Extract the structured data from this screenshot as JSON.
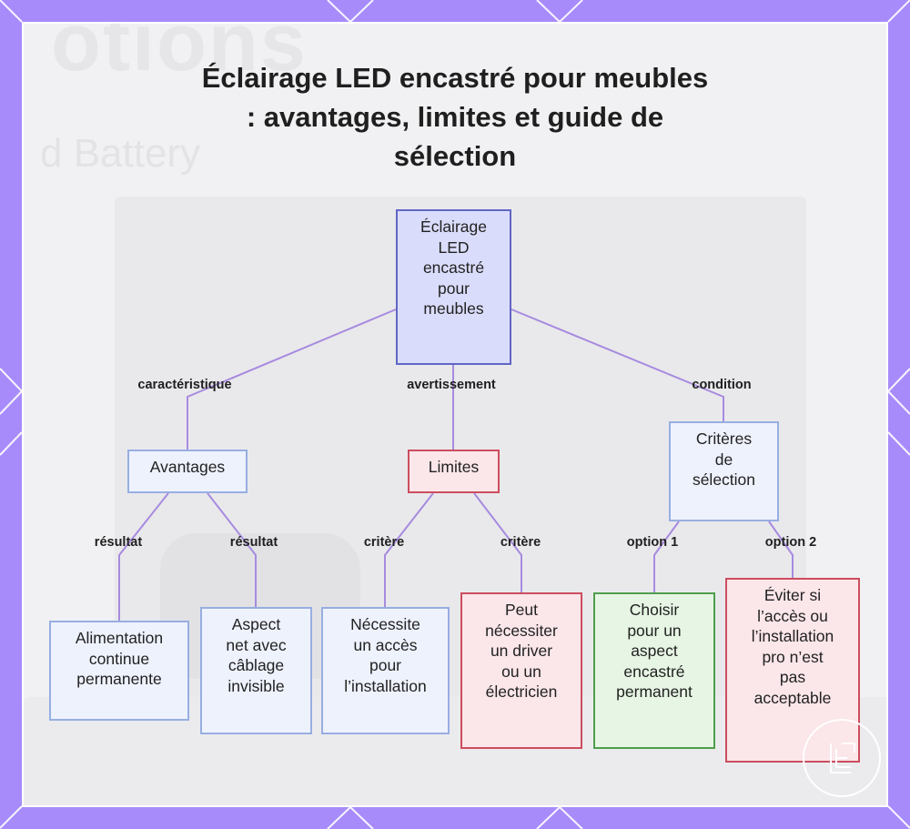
{
  "colors": {
    "frame": "#a78bfa",
    "edge": "#a78bdf",
    "root_fill": "#dadcfb",
    "root_border": "#6166c4",
    "blue_fill": "#eef2fd",
    "blue_border": "#98aee2",
    "red_fill": "#fbe6ea",
    "red_border": "#cc4d5e",
    "green_fill": "#e7f6e4",
    "green_border": "#4f9e4d"
  },
  "background_text": {
    "word": "otions",
    "word2": "d Battery"
  },
  "diagram": {
    "title_lines": [
      "Éclairage LED encastré pour meubles",
      ": avantages, limites et guide de",
      "sélection"
    ],
    "nodes": [
      {
        "id": "root",
        "style": "root",
        "lines": [
          "Éclairage",
          "LED",
          "encastré",
          "pour",
          "meubles"
        ]
      },
      {
        "id": "avantages",
        "style": "blue",
        "lines": [
          "Avantages"
        ]
      },
      {
        "id": "limites",
        "style": "red",
        "lines": [
          "Limites"
        ]
      },
      {
        "id": "criteres",
        "style": "blue",
        "lines": [
          "Critères",
          "de",
          "sélection"
        ]
      },
      {
        "id": "alimentation",
        "style": "blue",
        "lines": [
          "Alimentation",
          "continue",
          "permanente"
        ]
      },
      {
        "id": "aspect",
        "style": "blue",
        "lines": [
          "Aspect",
          "net avec",
          "câblage",
          "invisible"
        ]
      },
      {
        "id": "acces",
        "style": "blue",
        "lines": [
          "Nécessite",
          "un accès",
          "pour",
          "l’installation"
        ]
      },
      {
        "id": "driver",
        "style": "red",
        "lines": [
          "Peut",
          "nécessiter",
          "un driver",
          "ou un",
          "électricien"
        ]
      },
      {
        "id": "choisir",
        "style": "green",
        "lines": [
          "Choisir",
          "pour un",
          "aspect",
          "encastré",
          "permanent"
        ]
      },
      {
        "id": "eviter",
        "style": "red",
        "lines": [
          "Éviter si",
          "l’accès ou",
          "l’installation",
          "pro n’est",
          "pas",
          "acceptable"
        ]
      }
    ],
    "edges": [
      {
        "from": "root",
        "to": "avantages",
        "label": "caractéristique"
      },
      {
        "from": "root",
        "to": "limites",
        "label": "avertissement"
      },
      {
        "from": "root",
        "to": "criteres",
        "label": "condition"
      },
      {
        "from": "avantages",
        "to": "alimentation",
        "label": "résultat"
      },
      {
        "from": "avantages",
        "to": "aspect",
        "label": "résultat"
      },
      {
        "from": "limites",
        "to": "acces",
        "label": "critère"
      },
      {
        "from": "limites",
        "to": "driver",
        "label": "critère"
      },
      {
        "from": "criteres",
        "to": "choisir",
        "label": "option 1"
      },
      {
        "from": "criteres",
        "to": "eviter",
        "label": "option 2"
      }
    ]
  }
}
